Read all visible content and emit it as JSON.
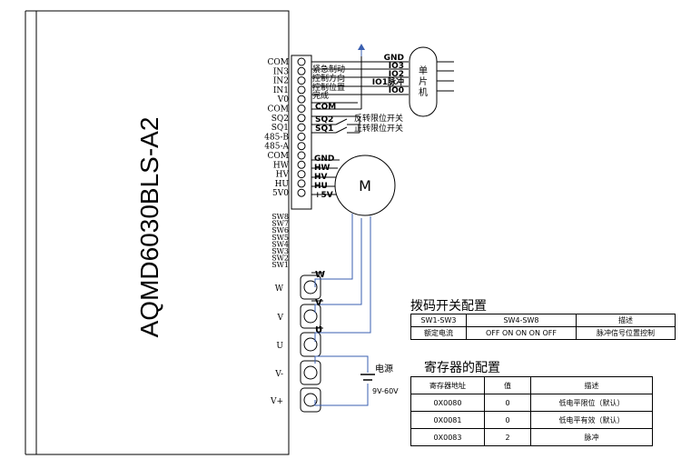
{
  "driver": {
    "model": "AQMD6030BLS-A2",
    "terminals_top": [
      "COM",
      "IN3",
      "IN2",
      "IN1",
      "V0",
      "COM",
      "SQ2",
      "SQ1",
      "485-B",
      "485-A",
      "COM",
      "HW",
      "HV",
      "HU",
      "5V0",
      "SW8",
      "SW7",
      "SW6",
      "SW5",
      "SW4",
      "SW3",
      "SW2",
      "SW1"
    ],
    "terminals_power": [
      "W",
      "V",
      "U",
      "V-",
      "V+"
    ]
  },
  "control_signals": {
    "left_labels": [
      "紧急制动",
      "控制方向",
      "控制位置",
      "完成"
    ],
    "right_labels": [
      "GND",
      "IO3",
      "IO2",
      "IO1脉冲",
      "IO0"
    ],
    "com_label": "COM",
    "mcu_label": [
      "单",
      "片",
      "机"
    ]
  },
  "limit_switches": {
    "items": [
      {
        "name": "SQ2",
        "desc": "反转限位开关"
      },
      {
        "name": "SQ1",
        "desc": "正转限位开关"
      }
    ]
  },
  "hall": {
    "labels": [
      "GND",
      "HW",
      "HV",
      "HU",
      "+5V"
    ],
    "motor_label": "M"
  },
  "motor_phases": [
    "W",
    "V",
    "U"
  ],
  "power_supply": {
    "label": "电源",
    "range": "9V-60V"
  },
  "dip_switch": {
    "title": "拨码开关配置",
    "headers": [
      "SW1-SW3",
      "SW4-SW8",
      "描述"
    ],
    "row": [
      "额定电流",
      "OFF ON ON ON OFF",
      "脉冲信号位置控制"
    ]
  },
  "registers": {
    "title": "寄存器的配置",
    "headers": [
      "寄存器地址",
      "值",
      "描述"
    ],
    "rows": [
      [
        "0X0080",
        "0",
        "低电平限位（默认）"
      ],
      [
        "0X0081",
        "0",
        "低电平有效（默认）"
      ],
      [
        "0X0083",
        "2",
        "脉冲"
      ]
    ]
  }
}
